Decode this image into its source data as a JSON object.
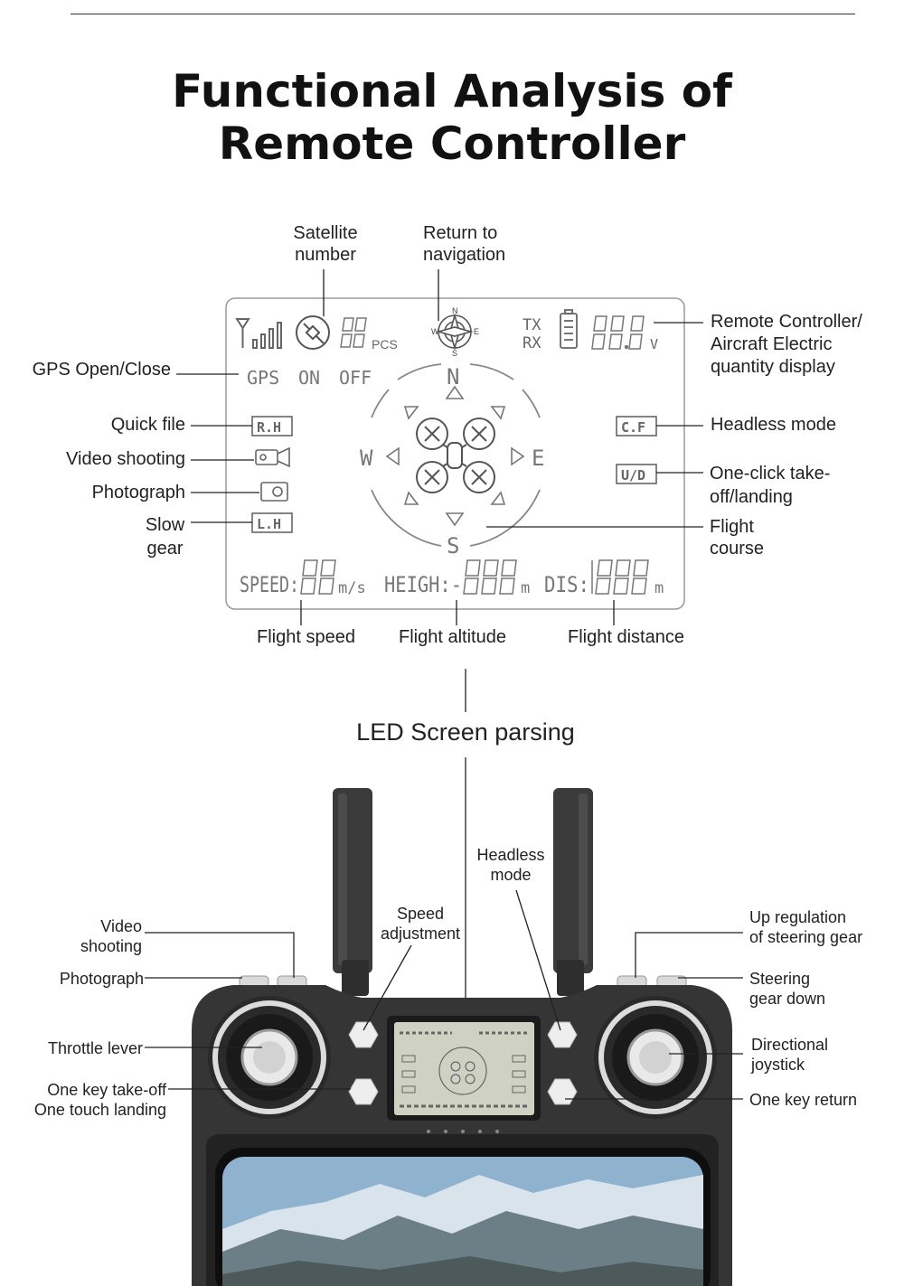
{
  "title": {
    "line1": "Functional Analysis of",
    "line2": "Remote Controller"
  },
  "lcd": {
    "gps": "GPS",
    "on": "ON",
    "off": "OFF",
    "pcs_unit": "PCS",
    "tx": "TX",
    "rx": "RX",
    "volt_unit": "V",
    "north": "N",
    "south": "S",
    "west": "W",
    "east": "E",
    "rh": "R.H",
    "lh": "L.H",
    "cf": "C.F",
    "ud": "U/D",
    "speed": "SPEED:",
    "speed_unit": "m/s",
    "heigh": "HEIGH:-",
    "heigh_unit": "m",
    "dis": "DIS:",
    "dis_unit": "m"
  },
  "lcd_labels": {
    "satellite_number": [
      "Satellite",
      "number"
    ],
    "return_navigation": [
      "Return to",
      "navigation"
    ],
    "battery_display": [
      "Remote Controller/",
      "Aircraft Electric",
      "quantity display"
    ],
    "gps_open_close": "GPS Open/Close",
    "quick_file": "Quick file",
    "video_shooting": "Video shooting",
    "photograph": "Photograph",
    "slow_gear": [
      "Slow",
      "gear"
    ],
    "headless_mode": "Headless mode",
    "one_click": [
      "One-click take-",
      "off/landing"
    ],
    "flight_course": [
      "Flight",
      "course"
    ],
    "flight_speed": "Flight speed",
    "flight_altitude": "Flight altitude",
    "flight_distance": "Flight distance"
  },
  "section_title": "LED Screen parsing",
  "controller_labels": {
    "video_shooting": [
      "Video",
      "shooting"
    ],
    "photograph": "Photograph",
    "throttle_lever": "Throttle lever",
    "one_key_takeoff": [
      "One key take-off",
      "One touch landing"
    ],
    "speed_adjustment": [
      "Speed",
      "adjustment"
    ],
    "headless_mode": [
      "Headless",
      "mode"
    ],
    "up_regulation": [
      "Up regulation",
      "of steering gear"
    ],
    "steering_gear_down": [
      "Steering",
      "gear down"
    ],
    "directional_joystick": [
      "Directional",
      "joystick"
    ],
    "one_key_return": "One key return"
  },
  "icons": [
    "antenna-signal-icon",
    "satellite-icon",
    "compass-rose-icon",
    "battery-icon",
    "drone-icon",
    "video-camera-icon",
    "camera-icon",
    "phone-icon"
  ]
}
